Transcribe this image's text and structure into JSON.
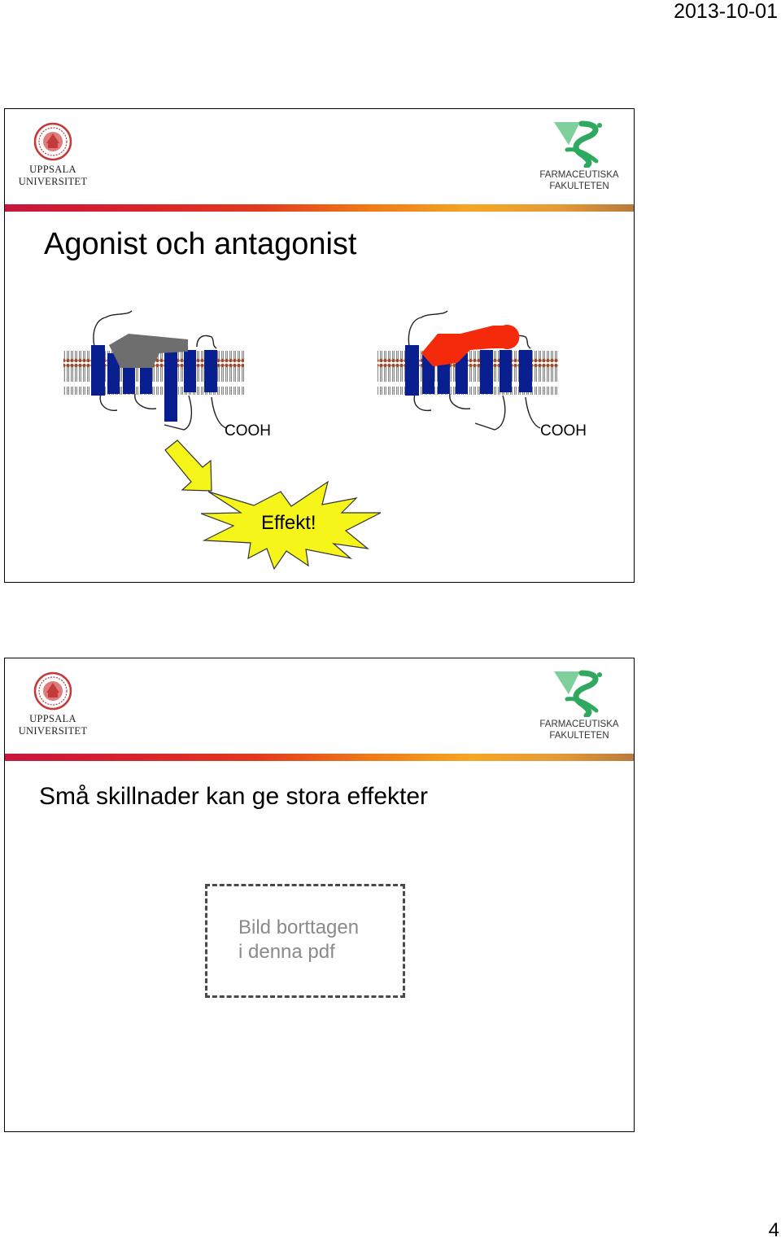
{
  "document": {
    "date": "2013-10-01",
    "page_number": "4"
  },
  "branding": {
    "university_line1": "UPPSALA",
    "university_line2": "UNIVERSITET",
    "faculty_line1": "FARMACEUTISKA",
    "faculty_line2": "FAKULTETEN"
  },
  "slides": [
    {
      "title": "Agonist och antagonist",
      "left_label": "COOH",
      "right_label": "COOH",
      "effect_label": "Effekt!",
      "colors": {
        "receptor": "#0a1f8f",
        "agonist": "#6e6e6e",
        "antagonist": "#f52a0a",
        "effect_burst": "#f5f51a"
      }
    },
    {
      "title": "Små skillnader kan ge stora effekter",
      "placeholder_line1": "Bild borttagen",
      "placeholder_line2": "i denna pdf"
    }
  ]
}
